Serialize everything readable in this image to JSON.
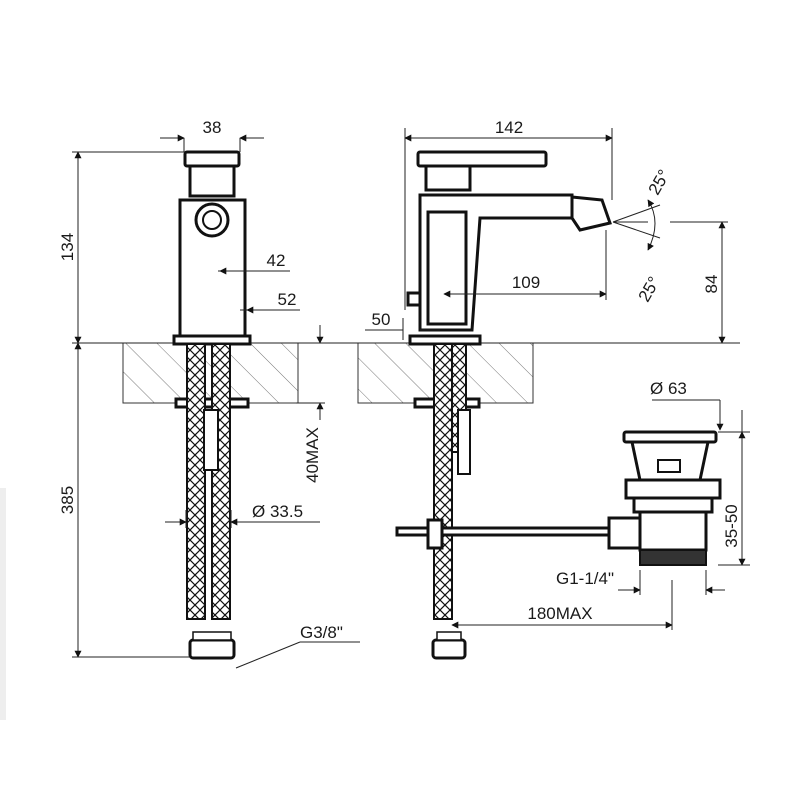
{
  "dimensions": {
    "side_width": "38",
    "side_height": "134",
    "side_depth_42": "42",
    "side_depth_52": "52",
    "hose_length": "385",
    "hose_diameter": "Ø 33.5",
    "deck_max": "40MAX",
    "hose_thread": "G3/8\"",
    "front_width": "142",
    "spout_reach": "109",
    "spout_height": "84",
    "base_offset": "50",
    "angle_up": "25°",
    "angle_down": "25°",
    "waste_diameter": "Ø 63",
    "waste_height": "35-50",
    "waste_thread": "G1-1/4\"",
    "rod_max": "180MAX"
  }
}
